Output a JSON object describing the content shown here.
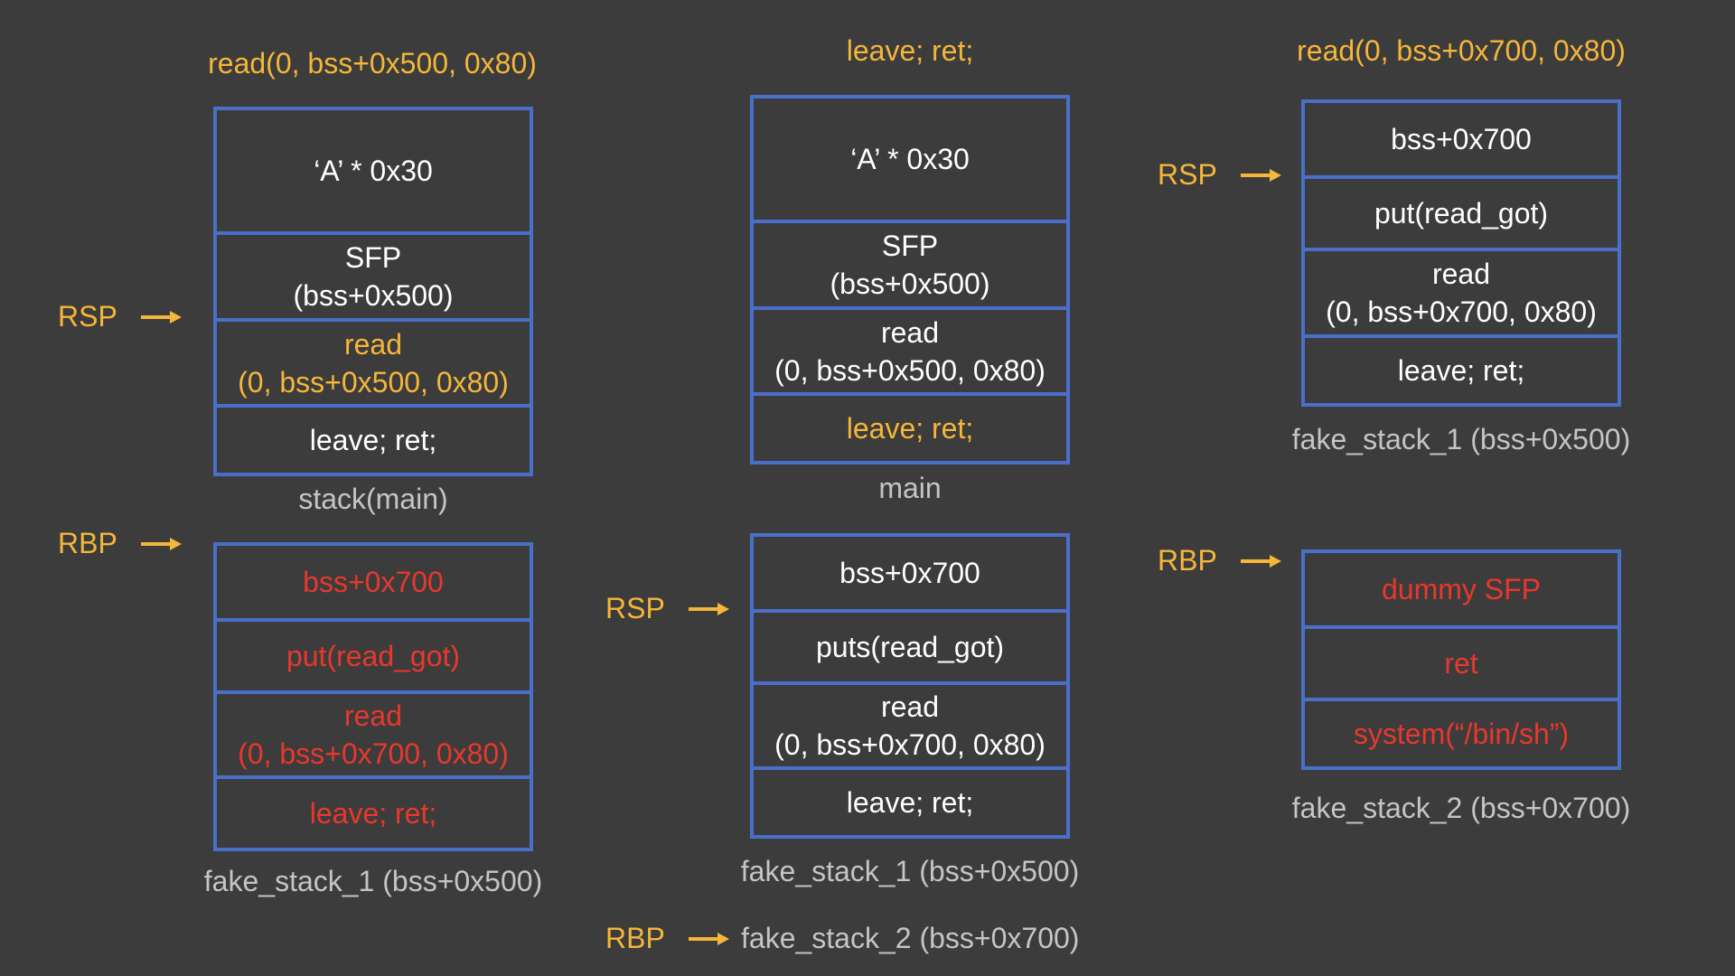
{
  "columns": [
    {
      "title": "read(0, bss+0x500, 0x80)",
      "upper": {
        "cells": [
          {
            "text": "‘A’ * 0x30",
            "style": "normal"
          },
          {
            "text": "SFP\n(bss+0x500)",
            "style": "normal"
          },
          {
            "text": "read\n(0, bss+0x500, 0x80)",
            "style": "hl"
          },
          {
            "text": "leave; ret;",
            "style": "normal"
          }
        ],
        "caption": "stack(main)"
      },
      "lower": {
        "cells": [
          {
            "text": "bss+0x700",
            "style": "red"
          },
          {
            "text": "put(read_got)",
            "style": "red"
          },
          {
            "text": "read\n(0, bss+0x700, 0x80)",
            "style": "red"
          },
          {
            "text": "leave; ret;",
            "style": "red"
          }
        ],
        "caption": "fake_stack_1 (bss+0x500)"
      },
      "pointers": [
        {
          "label": "RSP"
        },
        {
          "label": "RBP"
        }
      ]
    },
    {
      "title": "leave; ret;",
      "upper": {
        "cells": [
          {
            "text": "‘A’ * 0x30",
            "style": "normal"
          },
          {
            "text": "SFP\n(bss+0x500)",
            "style": "normal"
          },
          {
            "text": "read\n(0, bss+0x500, 0x80)",
            "style": "normal"
          },
          {
            "text": "leave; ret;",
            "style": "hl"
          }
        ],
        "caption": "main"
      },
      "lower": {
        "cells": [
          {
            "text": "bss+0x700",
            "style": "normal"
          },
          {
            "text": "puts(read_got)",
            "style": "normal"
          },
          {
            "text": "read\n(0, bss+0x700, 0x80)",
            "style": "normal"
          },
          {
            "text": "leave; ret;",
            "style": "normal"
          }
        ],
        "caption": "fake_stack_1 (bss+0x500)"
      },
      "pointers": [
        {
          "label": "RSP"
        },
        {
          "label": "RBP",
          "target": "fake_stack_2 (bss+0x700)"
        }
      ]
    },
    {
      "title": "read(0, bss+0x700, 0x80)",
      "upper": {
        "cells": [
          {
            "text": "bss+0x700",
            "style": "normal"
          },
          {
            "text": "put(read_got)",
            "style": "normal"
          },
          {
            "text": "read\n(0, bss+0x700, 0x80)",
            "style": "normal"
          },
          {
            "text": "leave; ret;",
            "style": "normal"
          }
        ],
        "caption": "fake_stack_1 (bss+0x500)"
      },
      "lower": {
        "cells": [
          {
            "text": "dummy SFP",
            "style": "red"
          },
          {
            "text": "ret",
            "style": "red"
          },
          {
            "text": "system(“/bin/sh”)",
            "style": "red"
          }
        ],
        "caption": "fake_stack_2 (bss+0x700)"
      },
      "pointers": [
        {
          "label": "RSP"
        },
        {
          "label": "RBP"
        }
      ]
    }
  ],
  "colors": {
    "background": "#3c3c3c",
    "border": "#4a6fc9",
    "highlight": "#f5b63a",
    "attack": "#e8382c",
    "text": "#ffffff",
    "caption": "#c5c5c5"
  }
}
